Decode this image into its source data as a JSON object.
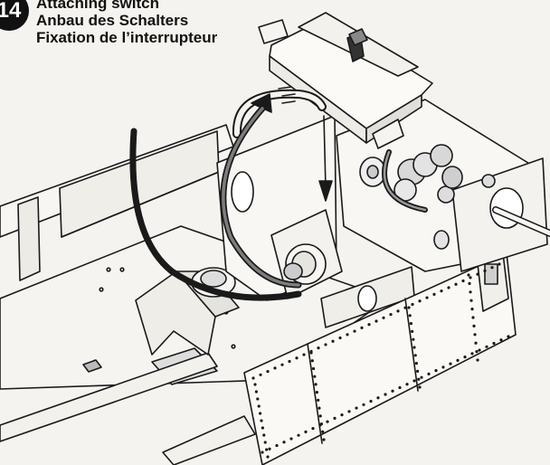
{
  "step": {
    "number": "14",
    "titles": [
      "Attaching switch",
      "Anbau des Schalters",
      "Fixation de l’interrupteur"
    ]
  },
  "colors": {
    "ink": "#1a1a1a",
    "paper": "#f4f3ef",
    "wire_gray": "#7d7d7d"
  }
}
